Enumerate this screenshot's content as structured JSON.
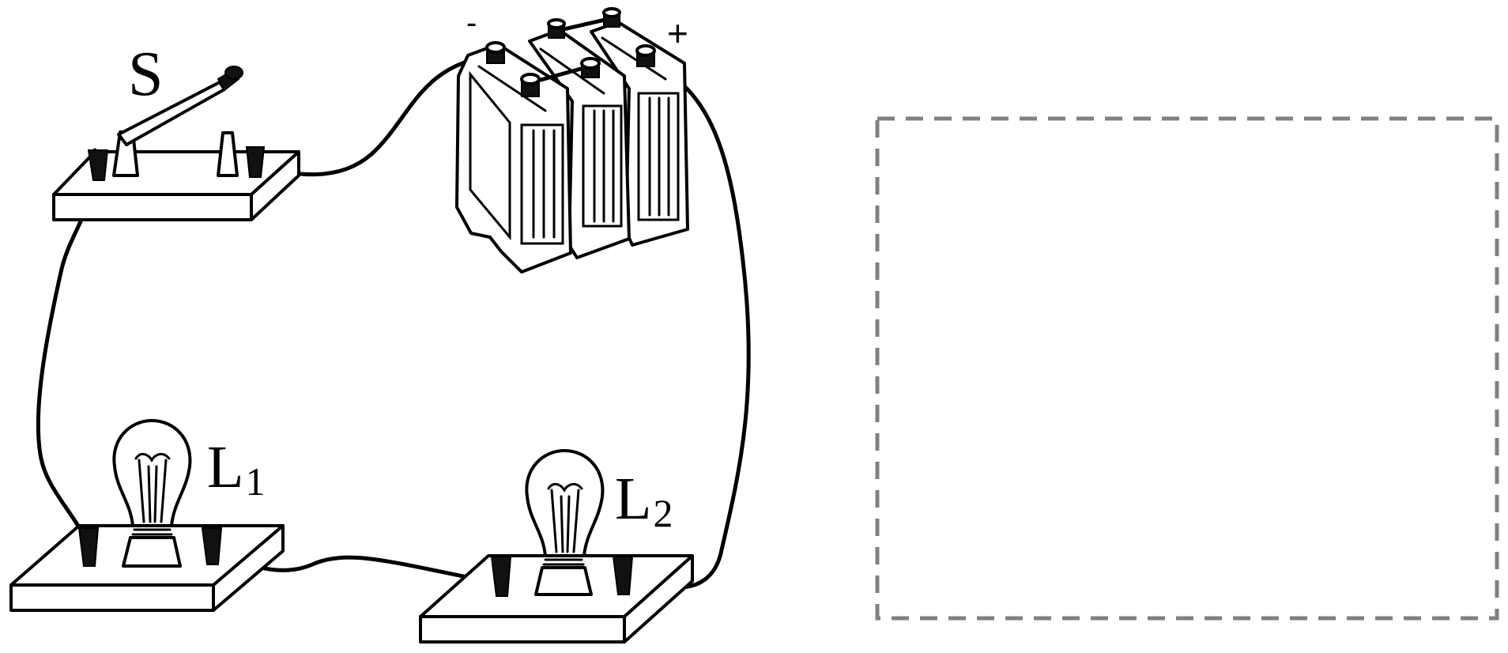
{
  "labels": {
    "switch": "S",
    "lamp1_letter": "L",
    "lamp1_sub": "1",
    "lamp2_letter": "L",
    "lamp2_sub": "2",
    "battery_negative": "-",
    "battery_positive": "+"
  },
  "answer_box": {
    "border_color": "#808080",
    "style": "dashed"
  }
}
